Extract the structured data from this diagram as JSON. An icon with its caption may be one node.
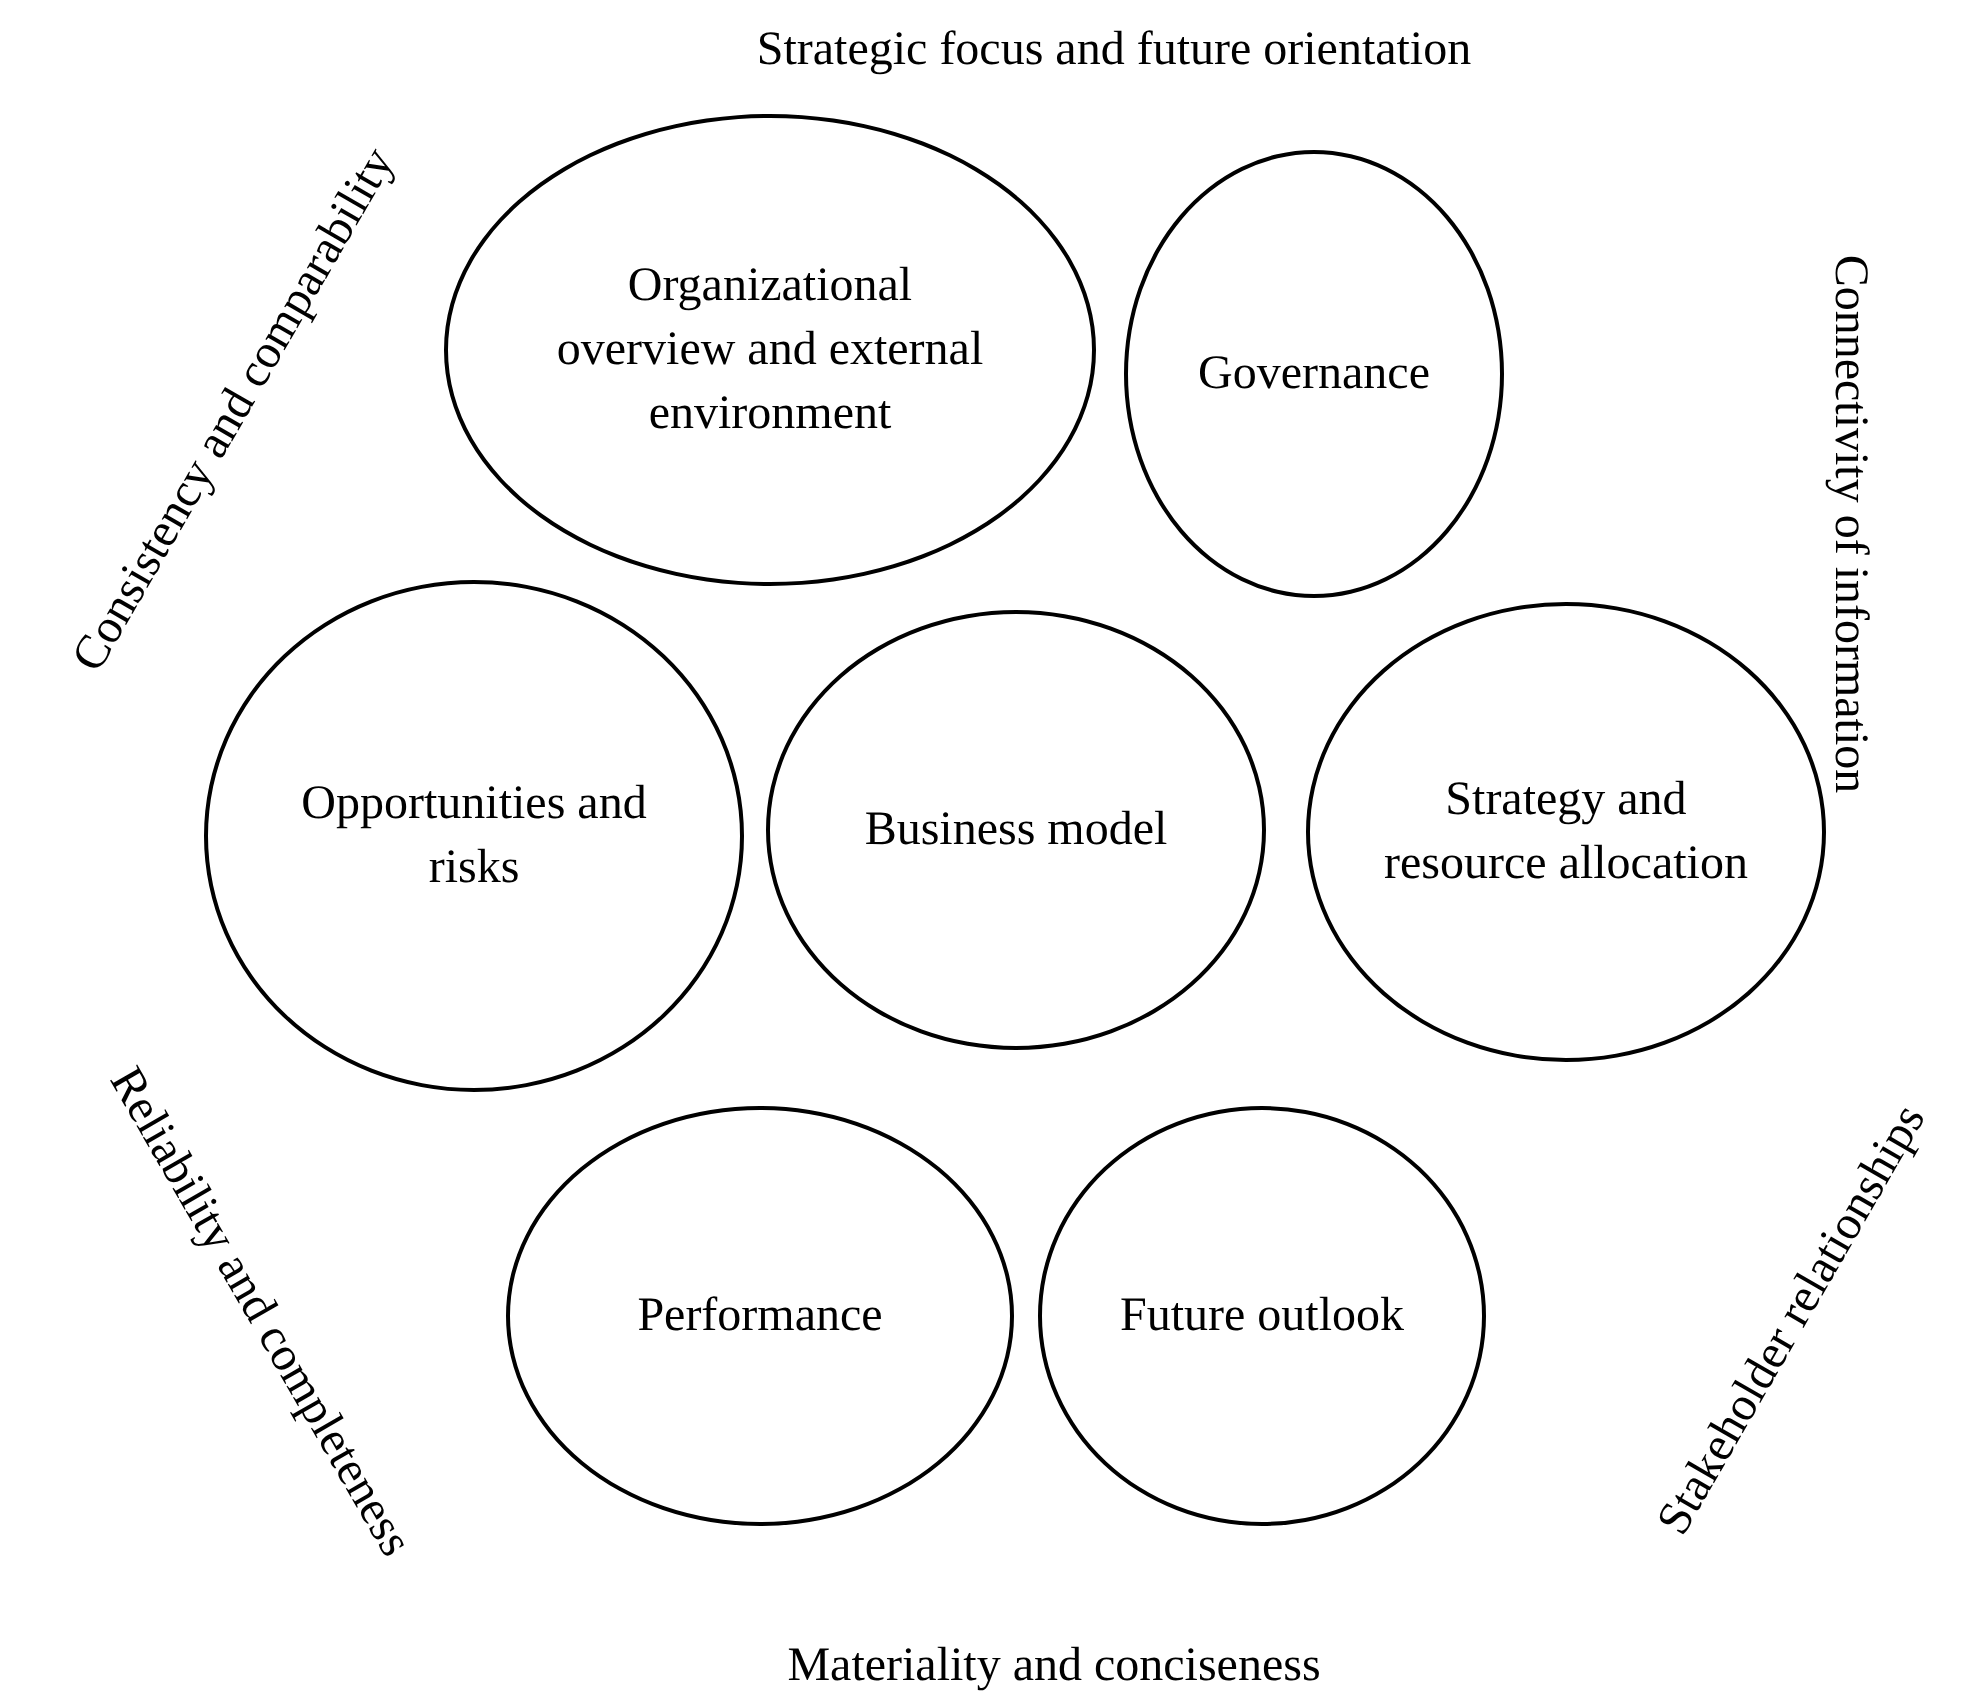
{
  "diagram": {
    "nodes": [
      {
        "text": [
          "Organizational overview and external environment"
        ]
      },
      {
        "text": [
          "Governance"
        ]
      },
      {
        "text": [
          "Opportunities and risks"
        ]
      },
      {
        "text": [
          "Business model"
        ]
      },
      {
        "text": [
          "Strategy and resource allocation"
        ]
      },
      {
        "text": [
          "Performance"
        ]
      },
      {
        "text": [
          "Future outlook"
        ]
      }
    ],
    "labels": [
      "Strategic focus and future orientation",
      "Consistency and comparability",
      "Connectivity of information",
      "Reliability and completeness",
      "Stakeholder relationships",
      "Materiality and conciseness"
    ]
  }
}
